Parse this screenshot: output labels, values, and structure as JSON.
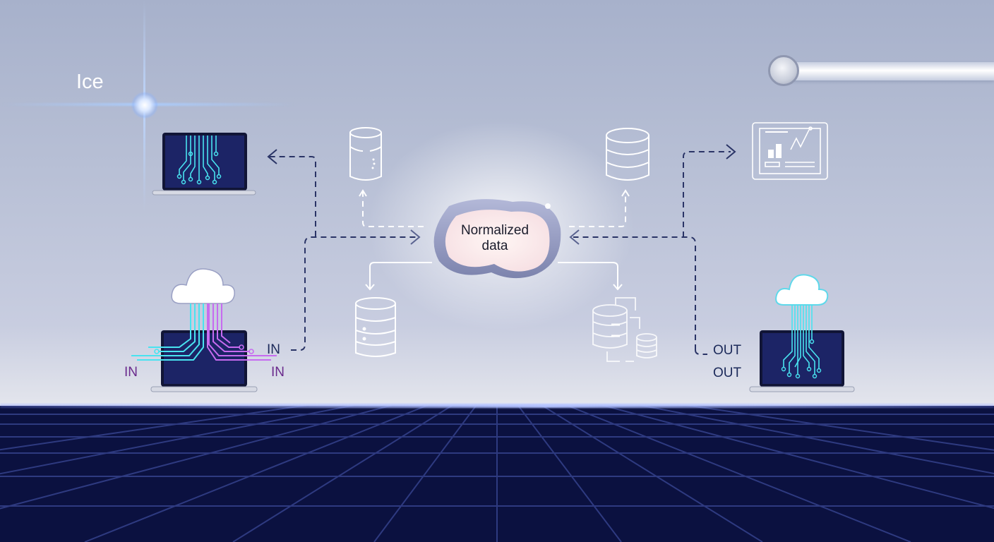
{
  "title_label": "Ice",
  "hub": {
    "line1": "Normalized",
    "line2": "data"
  },
  "inputs": {
    "dashed_in_label": "IN",
    "left_in_label": "IN",
    "right_in_label": "IN"
  },
  "outputs": {
    "out_label_1": "OUT",
    "out_label_2": "OUT"
  },
  "icons": {
    "laptop_top_left": "laptop-circuit-icon",
    "laptop_cloud_left": "cloud-laptop-icon",
    "laptop_cloud_right": "cloud-laptop-icon",
    "db_top_left": "database-icon",
    "db_top_right": "database-icon",
    "db_bottom_left": "server-database-icon",
    "db_bottom_right": "distributed-database-icon",
    "dashboard": "dashboard-chart-icon",
    "slider": "slider-knob"
  },
  "colors": {
    "background": "#b7bfd5",
    "floor": "#0b1140",
    "grid_line": "#2b3577",
    "dashed_arrow": "#2a3466",
    "white_line": "#ffffff",
    "cyan_circuit": "#49e3f0",
    "purple_circuit": "#c76bf0",
    "hub_fill": "#fbe9ea",
    "hub_ring": "#8a90b8"
  }
}
